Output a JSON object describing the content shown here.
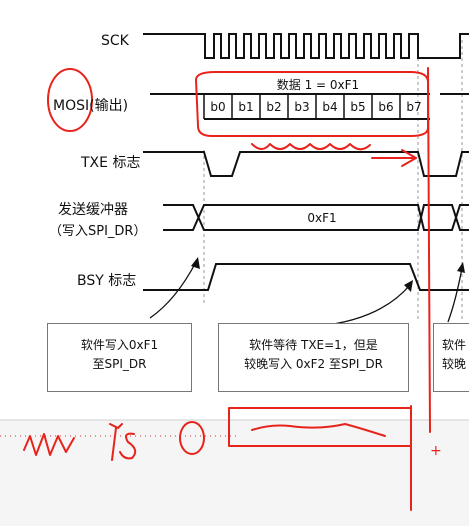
{
  "signals": {
    "sck": "SCK",
    "mosi_name": "MOSI",
    "mosi_suffix": "(输出)",
    "txe": "TXE 标志",
    "buffer_line1": "发送缓冲器",
    "buffer_line2": "（写入SPI_DR）",
    "bsy": "BSY 标志"
  },
  "mosi_data": {
    "header": "数据 1 = 0xF1",
    "bits": [
      "b0",
      "b1",
      "b2",
      "b3",
      "b4",
      "b5",
      "b6",
      "b7"
    ]
  },
  "buffer_value": "0xF1",
  "notes": [
    {
      "line1": "软件写入0xF1",
      "line2": "至SPI_DR"
    },
    {
      "line1": "软件等待 TXE=1，但是",
      "line2": "较晚写入 0xF2 至SPI_DR"
    },
    {
      "line1": "软件",
      "line2": "较晚"
    }
  ],
  "handwriting": {
    "miso_label": "MISO",
    "ink_color": "#e8231c"
  },
  "colors": {
    "trace": "#111111",
    "guide": "#9a9a9a",
    "annotation": "#e8231c"
  }
}
